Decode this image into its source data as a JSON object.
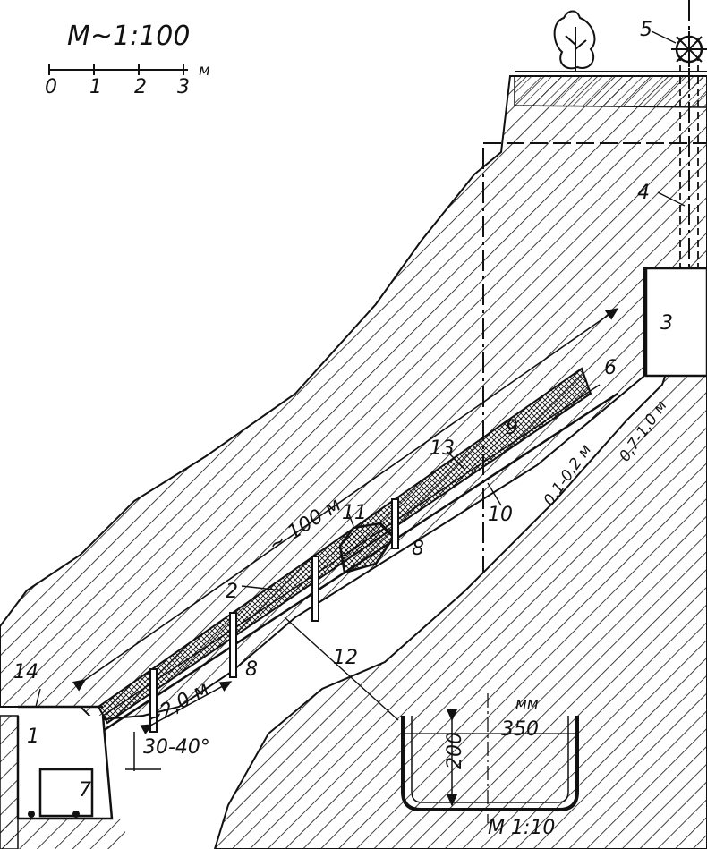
{
  "scale": {
    "title": "M~1:100",
    "ticks": [
      "0",
      "1",
      "2",
      "3"
    ],
    "unit": "м"
  },
  "labels": {
    "n1": "1",
    "n2": "2",
    "n3": "3",
    "n4": "4",
    "n5": "5",
    "n6": "6",
    "n7": "7",
    "n8a": "8",
    "n8b": "8",
    "n9": "9",
    "n10": "10",
    "n11": "11",
    "n12": "12",
    "n13": "13",
    "n14": "14"
  },
  "dimensions": {
    "length": "~ 100 м",
    "spacing": "~2,0 м",
    "angle": "30-40°",
    "thick_a": "0,1-0,2 м",
    "thick_b": "0,7-1,0 м"
  },
  "inset": {
    "unit": "мм",
    "width": "350",
    "height": "200",
    "scale": "М 1:10"
  },
  "colors": {
    "ink": "#111111",
    "paper": "#ffffff"
  }
}
